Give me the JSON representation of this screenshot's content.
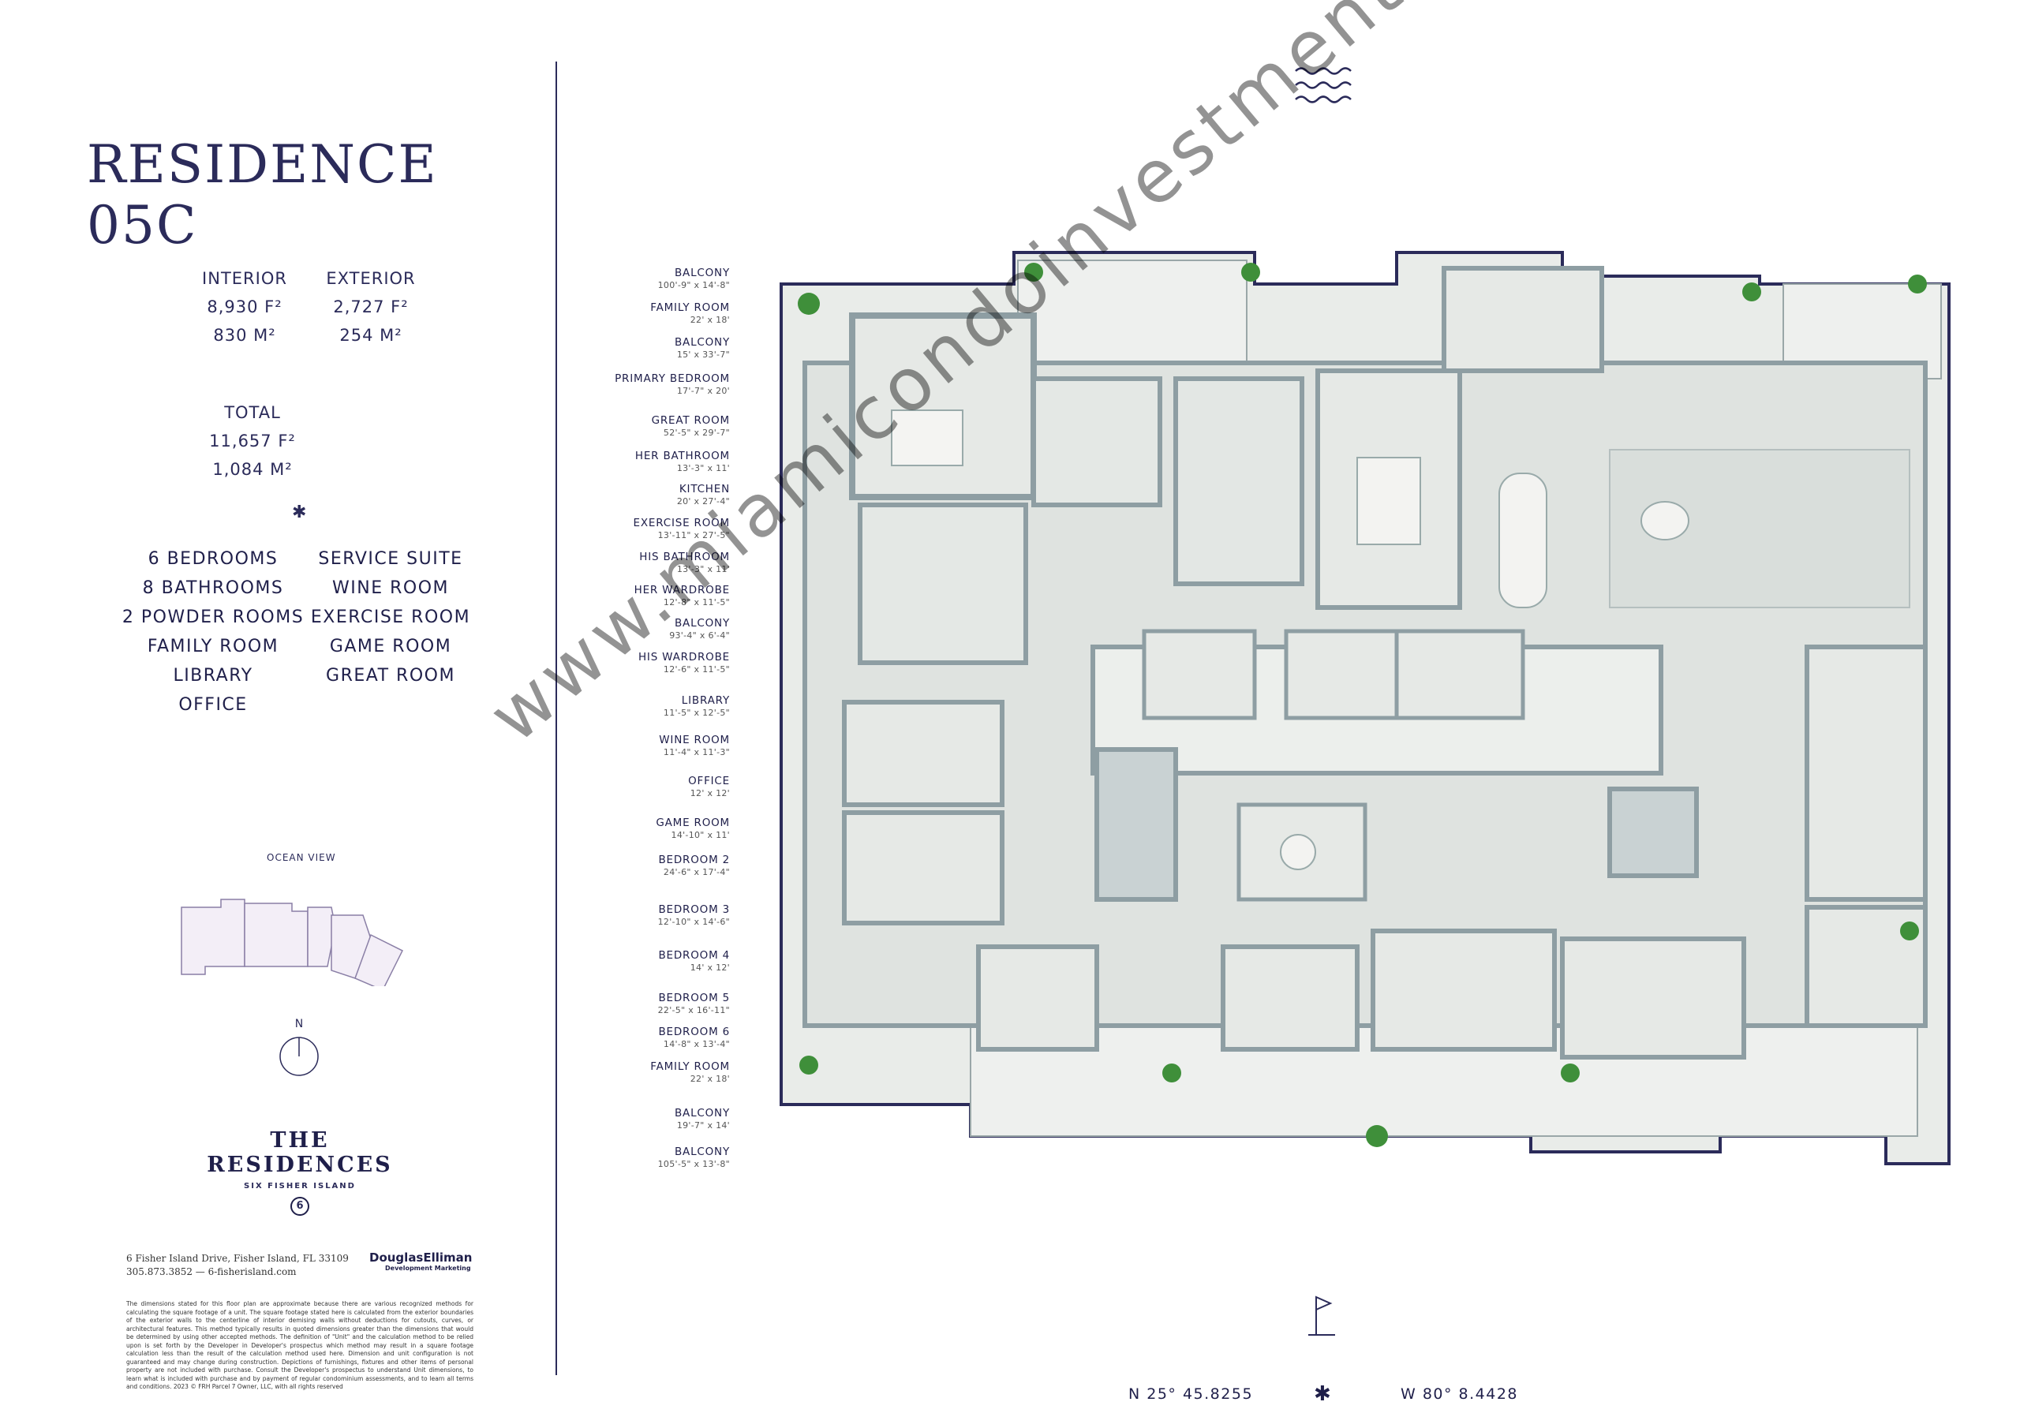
{
  "title": "RESIDENCE 05C",
  "areas": {
    "interior": {
      "label": "INTERIOR",
      "sqft": "8,930 F²",
      "sqm": "830 M²"
    },
    "exterior": {
      "label": "EXTERIOR",
      "sqft": "2,727 F²",
      "sqm": "254 M²"
    },
    "total": {
      "label": "TOTAL",
      "sqft": "11,657 F²",
      "sqm": "1,084 M²"
    }
  },
  "star_glyph": "✱",
  "features_left": [
    "6 BEDROOMS",
    "8 BATHROOMS",
    "2 POWDER ROOMS",
    "FAMILY ROOM",
    "LIBRARY",
    "OFFICE"
  ],
  "features_right": [
    "SERVICE SUITE",
    "WINE ROOM",
    "EXERCISE ROOM",
    "GAME ROOM",
    "GREAT ROOM"
  ],
  "ocean_view": "OCEAN VIEW",
  "compass_n": "N",
  "brand": {
    "name": "THE RESIDENCES",
    "sub": "SIX FISHER ISLAND",
    "badge": "6"
  },
  "address": {
    "line1": "6 Fisher Island Drive, Fisher Island, FL 33109",
    "line2": "305.873.3852 — 6-fisherisland.com"
  },
  "developer": {
    "name": "DouglasElliman",
    "sub": "Development Marketing"
  },
  "disclaimer": "The dimensions stated for this floor plan are approximate because there are various recognized methods for calculating the square footage of a unit. The square footage stated here is calculated from the exterior boundaries of the exterior walls to the centerline of interior demising walls without deductions for cutouts, curves, or architectural features. This method typically results in quoted dimensions greater than the dimensions that would be determined by using other accepted methods. The definition of \"Unit\" and the calculation method to be relied upon is set forth by the Developer in Developer's prospectus which method may result in a square footage calculation less than the result of the calculation method used here. Dimension and unit configuration is not guaranteed and may change during construction. Depictions of furnishings, fixtures and other items of personal property are not included with purchase. Consult the Developer's prospectus to understand Unit dimensions, to learn what is included with purchase and by payment of regular condominium assessments, and to learn all terms and conditions. 2023 © FRH Parcel 7 Owner, LLC, with all rights reserved",
  "rooms": [
    {
      "name": "BALCONY",
      "dim": "100'-9\" x 14'-8\""
    },
    {
      "name": "FAMILY ROOM",
      "dim": "22' x 18'"
    },
    {
      "name": "BALCONY",
      "dim": "15' x 33'-7\""
    },
    {
      "name": "PRIMARY BEDROOM",
      "dim": "17'-7\" x 20'"
    },
    {
      "name": "GREAT ROOM",
      "dim": "52'-5\" x 29'-7\""
    },
    {
      "name": "HER BATHROOM",
      "dim": "13'-3\" x 11'"
    },
    {
      "name": "KITCHEN",
      "dim": "20' x 27'-4\""
    },
    {
      "name": "EXERCISE ROOM",
      "dim": "13'-11\" x 27'-5\""
    },
    {
      "name": "HIS BATHROOM",
      "dim": "13'-3\" x 11'"
    },
    {
      "name": "HER WARDROBE",
      "dim": "12'-8\" x 11'-5\""
    },
    {
      "name": "BALCONY",
      "dim": "93'-4\" x 6'-4\""
    },
    {
      "name": "HIS WARDROBE",
      "dim": "12'-6\" x 11'-5\""
    },
    {
      "name": "LIBRARY",
      "dim": "11'-5\" x 12'-5\""
    },
    {
      "name": "WINE ROOM",
      "dim": "11'-4\" x 11'-3\""
    },
    {
      "name": "OFFICE",
      "dim": "12' x 12'"
    },
    {
      "name": "GAME ROOM",
      "dim": "14'-10\" x 11'"
    },
    {
      "name": "BEDROOM 2",
      "dim": "24'-6\" x 17'-4\""
    },
    {
      "name": "BEDROOM 3",
      "dim": "12'-10\" x 14'-6\""
    },
    {
      "name": "BEDROOM 4",
      "dim": "14' x 12'"
    },
    {
      "name": "BEDROOM 5",
      "dim": "22'-5\" x 16'-11\""
    },
    {
      "name": "BEDROOM 6",
      "dim": "14'-8\" x 13'-4\""
    },
    {
      "name": "FAMILY ROOM",
      "dim": "22' x 18'"
    },
    {
      "name": "BALCONY",
      "dim": "19'-7\" x 14'"
    },
    {
      "name": "BALCONY",
      "dim": "105'-5\" x 13'-8\""
    }
  ],
  "coords": {
    "lat": "N 25° 45.8255",
    "lon": "W 80° 8.4428"
  },
  "watermark": "www.miamicondoinvestments.com",
  "colors": {
    "navy": "#2b2b5a",
    "floor": "#dfe3e0",
    "wall": "#8e9ea3",
    "plant": "#3f8f3a"
  }
}
